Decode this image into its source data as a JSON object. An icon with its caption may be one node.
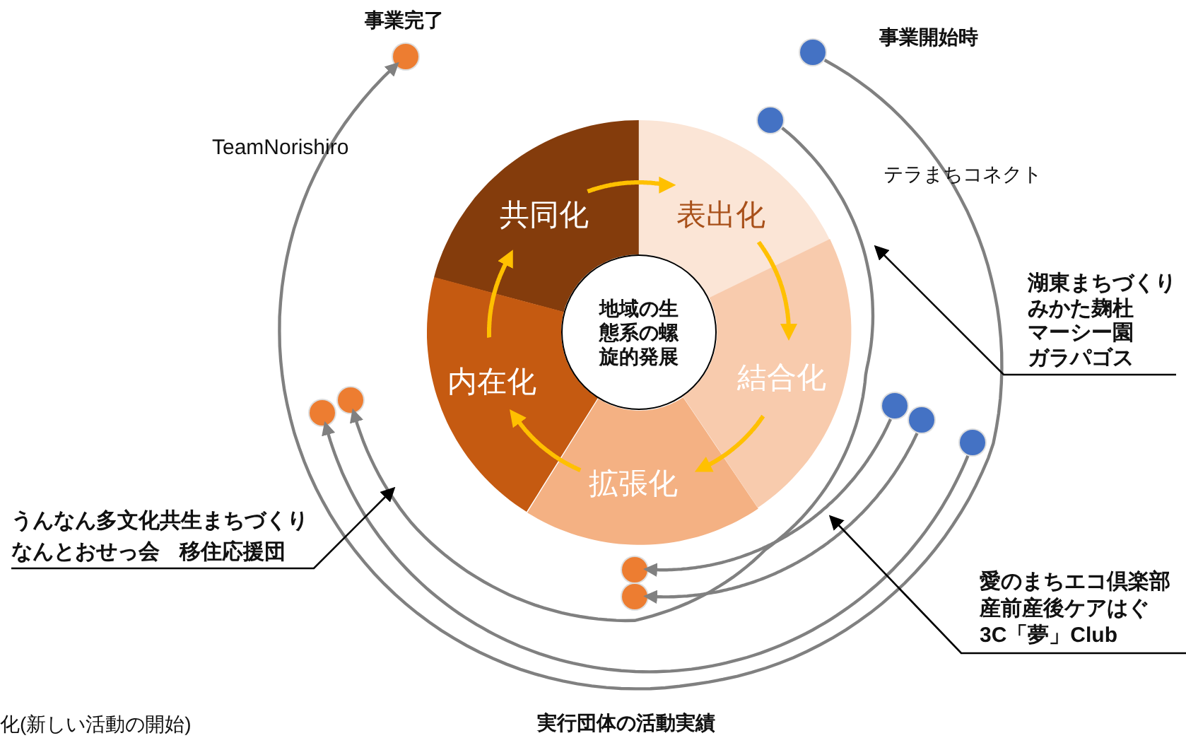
{
  "diagram": {
    "nodes": [
      {
        "text": [
          "共同化"
        ]
      },
      {
        "text": [
          "表出化"
        ]
      },
      {
        "text": [
          "結合化"
        ]
      },
      {
        "text": [
          "拡張化"
        ]
      },
      {
        "text": [
          "内在化"
        ]
      },
      {
        "text": [
          "地域の生態系の螺旋的発展"
        ]
      },
      {
        "text": [],
        "shape": "circle",
        "beside": [
          "事業開始時"
        ]
      },
      {
        "text": [],
        "shape": "circle"
      },
      {
        "text": [],
        "shape": "circle"
      },
      {
        "text": [],
        "shape": "circle"
      },
      {
        "text": [],
        "shape": "circle"
      },
      {
        "text": [],
        "shape": "circle",
        "beside": [
          "事業完了"
        ]
      },
      {
        "text": [],
        "shape": "circle"
      },
      {
        "text": [],
        "shape": "circle"
      },
      {
        "text": [],
        "shape": "circle"
      },
      {
        "text": [],
        "shape": "circle"
      },
      {
        "text": [
          "湖東まちづくり",
          "みかた麹杜",
          "マーシー園",
          "ガラパゴス"
        ]
      },
      {
        "text": [
          "愛のまちエコ倶楽部",
          "産前産後ケアはぐ",
          "3C「夢」Club"
        ]
      },
      {
        "text": [
          "うんなん多文化共生まちづくり",
          "なんとおせっ会",
          "移住応援団"
        ]
      }
    ],
    "edges": [
      {
        "from": 0,
        "to": 1,
        "arrow": "to",
        "color": "#ffc000"
      },
      {
        "from": 1,
        "to": 2,
        "arrow": "to",
        "color": "#ffc000"
      },
      {
        "from": 2,
        "to": 3,
        "arrow": "to",
        "color": "#ffc000"
      },
      {
        "from": 3,
        "to": 4,
        "arrow": "to",
        "color": "#ffc000"
      },
      {
        "from": 4,
        "to": 0,
        "arrow": "to",
        "color": "#ffc000"
      },
      {
        "from": 6,
        "to": 11,
        "arrow": "to",
        "color": "#808080"
      },
      {
        "from": 7,
        "to": 13,
        "arrow": "to",
        "color": "#808080"
      },
      {
        "from": 10,
        "to": 12,
        "arrow": "to",
        "color": "#808080"
      },
      {
        "from": 8,
        "to": 14,
        "arrow": "to",
        "color": "#808080"
      },
      {
        "from": 9,
        "to": 15,
        "arrow": "to",
        "color": "#808080"
      },
      {
        "from": 16,
        "to": null,
        "arrow": "to",
        "color": "#000000"
      },
      {
        "from": 17,
        "to": null,
        "arrow": "to",
        "color": "#000000"
      },
      {
        "from": 18,
        "to": null,
        "arrow": "to",
        "color": "#000000"
      }
    ],
    "labels": [
      "TeamNorishiro",
      "テラまちコネクト",
      "実行団体の活動実績",
      "化(新しい活動の開始)"
    ]
  }
}
